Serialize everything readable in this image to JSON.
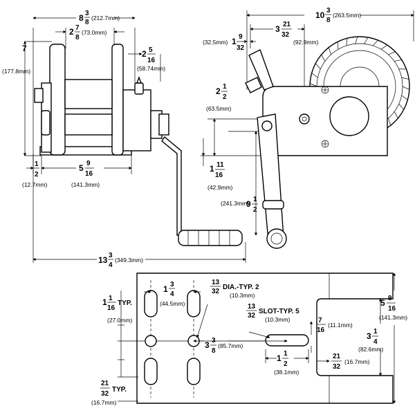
{
  "side_view": {
    "width_total": {
      "whole": "8",
      "num": "3",
      "den": "8",
      "mm": "(212.7mm)"
    },
    "drum_width": {
      "whole": "2",
      "num": "7",
      "den": "8",
      "mm": "(73.0mm)"
    },
    "height": {
      "whole": "7",
      "mm": "(177.8mm)"
    },
    "handle_offset": {
      "whole": "2",
      "num": "5",
      "den": "16",
      "mm": "(58.74mm)"
    },
    "base_left": {
      "num": "1",
      "den": "2",
      "mm": "(12.7mm)"
    },
    "base_width": {
      "whole": "5",
      "num": "9",
      "den": "16",
      "mm": "(141.3mm)"
    },
    "overall_width": {
      "whole": "13",
      "num": "3",
      "den": "4",
      "mm": "(349.3mm)"
    }
  },
  "front_view": {
    "length_total": {
      "whole": "10",
      "num": "3",
      "den": "8",
      "mm": "(263.5mm)"
    },
    "axle_offset": {
      "whole": "3",
      "num": "21",
      "den": "32",
      "mm": "(92.9mm)"
    },
    "top_offset": {
      "whole": "1",
      "num": "9",
      "den": "32",
      "mm": "(32.5mm)"
    },
    "axle_height": {
      "whole": "2",
      "num": "1",
      "den": "2",
      "mm": "(63.5mm)"
    },
    "base_height": {
      "whole": "1",
      "num": "11",
      "den": "16",
      "mm": "(42.9mm)"
    },
    "handle_length": {
      "whole": "9",
      "num": "1",
      "den": "2",
      "mm": "(241.3mm)"
    }
  },
  "base_view": {
    "hole_spacing": {
      "whole": "1",
      "num": "3",
      "den": "4",
      "mm": "(44.5mm)"
    },
    "hole_dia": {
      "num": "13",
      "den": "32",
      "label": "DIA.-TYP. 2",
      "mm": "(10.3mm)"
    },
    "slot_dia": {
      "num": "13",
      "den": "32",
      "label": "SLOT-TYP. 5",
      "mm": "(10.3mm)"
    },
    "row_spacing": {
      "whole": "1",
      "num": "1",
      "den": "16",
      "label": "TYP.",
      "mm": "(27.0mm)"
    },
    "center_to_slot": {
      "whole": "3",
      "num": "3",
      "den": "8",
      "mm": "(85.7mm)"
    },
    "slot_width": {
      "num": "7",
      "den": "16",
      "mm": "(11.1mm)"
    },
    "slot_length": {
      "whole": "1",
      "num": "1",
      "den": "2",
      "mm": "(38.1mm)"
    },
    "edge_offset": {
      "num": "21",
      "den": "32",
      "label": "TYP.",
      "mm": "(16.7mm)"
    },
    "notch_width": {
      "whole": "3",
      "num": "1",
      "den": "4",
      "mm": "(82.6mm)"
    },
    "notch_edge": {
      "num": "21",
      "den": "32",
      "mm": "(16.7mm)"
    },
    "plate_height": {
      "whole": "5",
      "num": "9",
      "den": "16",
      "mm": "(141.3mm)"
    }
  }
}
